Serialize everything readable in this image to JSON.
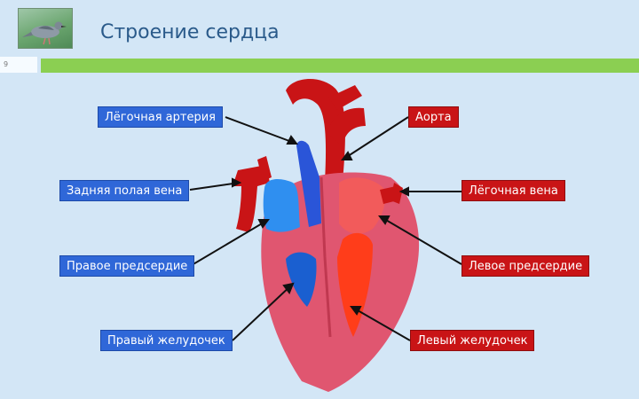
{
  "slide": {
    "title": "Строение сердца",
    "number": "9"
  },
  "labels": {
    "pulmonary_artery": "Лёгочная артерия",
    "posterior_vena_cava": "Задняя полая вена",
    "right_atrium": "Правое предсердие",
    "right_ventricle": "Правый желудочек",
    "aorta": "Аорта",
    "pulmonary_vein": "Лёгочная вена",
    "left_atrium": "Левое предсердие",
    "left_ventricle": "Левый желудочек"
  },
  "colors": {
    "background": "#d3e6f6",
    "accent_green": "#8bcf52",
    "title": "#2a5a8a",
    "blue_label": "#2f67d8",
    "red_label": "#c91416",
    "heart_muscle": "#e05670",
    "vessel_red": "#c91416",
    "venous_blue": "#1a5fd0"
  }
}
